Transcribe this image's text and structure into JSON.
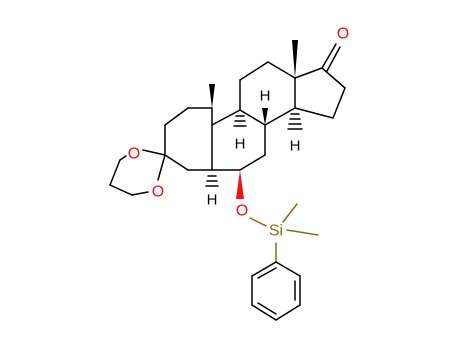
{
  "molecule": {
    "atoms": {
      "ketone_oxygen": "O",
      "dioxolane_oxygen_top": "O",
      "dioxolane_oxygen_bottom": "O",
      "ether_oxygen": "O",
      "silicon": "Si",
      "h_c9": "H",
      "h_c8": "H",
      "h_c14": "H",
      "h_c5": "H"
    },
    "colors": {
      "carbon_bond": "#000000",
      "oxygen": "#e8141a",
      "silicon": "#8a6d1b",
      "background": "#ffffff"
    }
  }
}
